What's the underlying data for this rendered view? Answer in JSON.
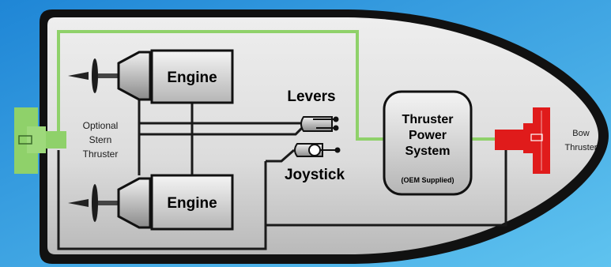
{
  "colors": {
    "background_top": "#1f86d6",
    "background_bottom": "#5fc3ef",
    "hull_outline": "#111111",
    "hull_fill": "#dcdcdc",
    "wire_dark": "#1a1a1a",
    "wire_green": "#8fd16a",
    "thruster_green": "#8fd16a",
    "thruster_red": "#e01b1b"
  },
  "labels": {
    "engine_top": "Engine",
    "engine_bottom": "Engine",
    "levers": "Levers",
    "joystick": "Joystick",
    "power_line1": "Thruster",
    "power_line2": "Power",
    "power_line3": "System",
    "power_note": "(OEM Supplied)",
    "stern_line1": "Optional",
    "stern_line2": "Stern",
    "stern_line3": "Thruster",
    "bow_line1": "Bow",
    "bow_line2": "Thruster"
  },
  "icons": {
    "propeller": "propeller-icon",
    "transmission": "transmission-icon",
    "lever_control": "lever-control-icon",
    "joystick_control": "joystick-icon",
    "stern_thruster": "stern-thruster-icon",
    "bow_thruster": "bow-thruster-icon"
  }
}
